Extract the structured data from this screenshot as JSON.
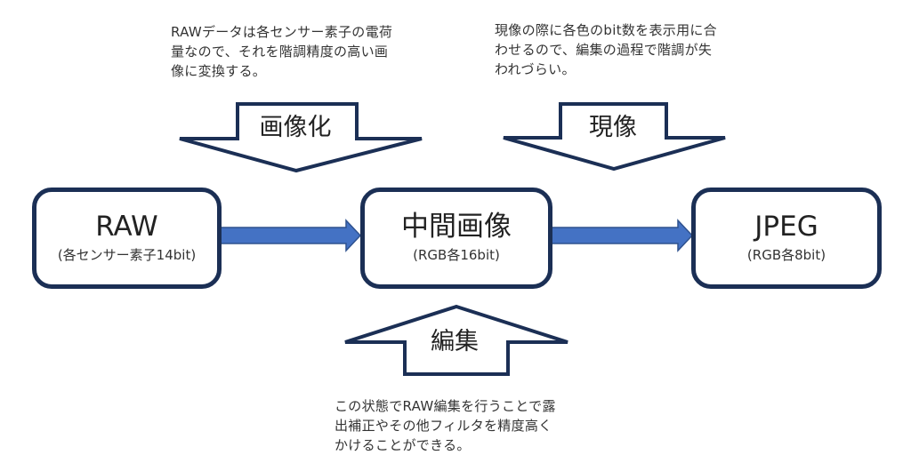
{
  "notes": {
    "top_left": "RAWデータは各センサー素子の電荷\n量なので、それを階調精度の高い画\n像に変換する。",
    "top_right": "現像の際に各色のbit数を表示用に合\nわせるので、編集の過程で階調が失\nわれづらい。",
    "bottom": "この状態でRAW編集を行うことで露\n出補正やその他フィルタを精度高く\nかけることができる。"
  },
  "boxes": {
    "raw": {
      "title": "RAW",
      "subtitle": "(各センサー素子14bit)"
    },
    "intermediate": {
      "title": "中間画像",
      "subtitle": "(RGB各16bit)"
    },
    "jpeg": {
      "title": "JPEG",
      "subtitle": "(RGB各8bit)"
    }
  },
  "block_arrows": {
    "imaging": {
      "label": "画像化",
      "direction": "down"
    },
    "development": {
      "label": "現像",
      "direction": "down"
    },
    "editing": {
      "label": "編集",
      "direction": "up"
    }
  },
  "connectors": [
    {
      "from": "raw",
      "to": "intermediate"
    },
    {
      "from": "intermediate",
      "to": "jpeg"
    }
  ],
  "colors": {
    "outline": "#1b2f55",
    "connector_fill": "#4472c4",
    "connector_stroke": "#2f528f"
  }
}
